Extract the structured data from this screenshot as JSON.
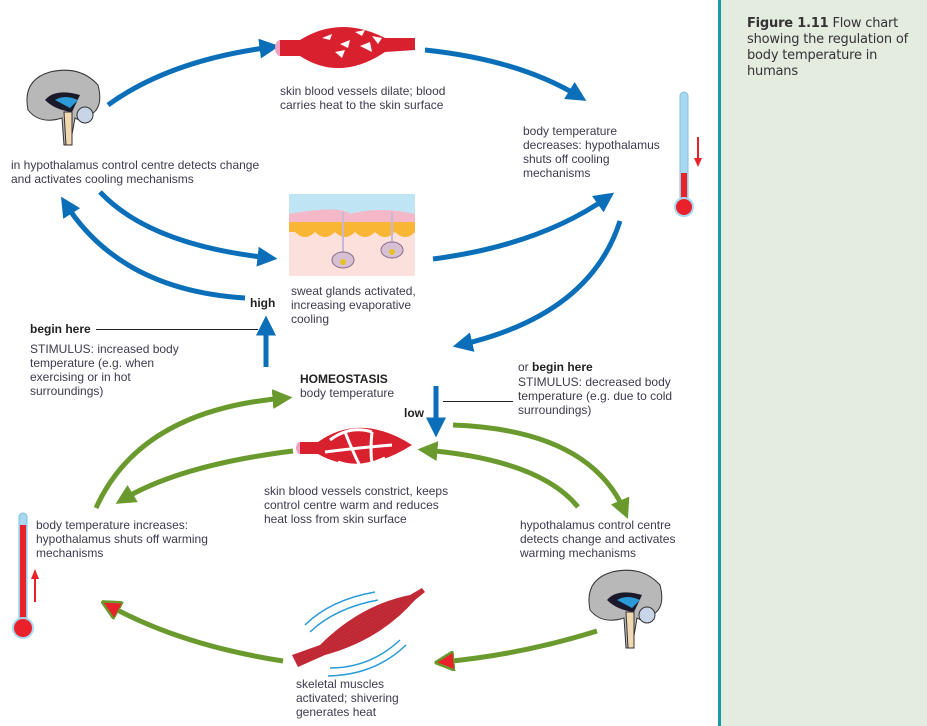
{
  "figure": {
    "number": "Figure 1.11",
    "caption": "Flow chart showing the regulation of body temperature in humans"
  },
  "center": {
    "title": "HOMEOSTASIS",
    "subtitle": "body temperature",
    "high_label": "high",
    "low_label": "low"
  },
  "cooling_loop": {
    "color": "#0a6fb8",
    "brain_text": "in hypothalamus control centre detects change and activates cooling mechanisms",
    "vessels_text": "skin blood vessels dilate; blood carries heat to the skin surface",
    "sweat_text": "sweat glands activated, increasing evaporative cooling",
    "thermometer_text": "body temperature decreases: hypothalamus shuts off cooling mechanisms",
    "stimulus_prefix": "begin here",
    "stimulus_text": "STIMULUS: increased body temperature (e.g. when exercising or in hot surroundings)"
  },
  "warming_loop": {
    "color": "#6a9a2e",
    "brain_text": "hypothalamus control centre detects change and activates warming mechanisms",
    "vessels_text": "skin blood vessels constrict, keeps control centre warm and reduces heat loss from skin surface",
    "muscle_text": "skeletal muscles activated; shivering generates heat",
    "thermometer_text": "body temperature increases: hypothalamus shuts off warming mechanisms",
    "stimulus_or": "or",
    "stimulus_prefix": "begin here",
    "stimulus_text": "STIMULUS: decreased body temperature (e.g. due to cold surroundings)"
  },
  "colors": {
    "vessel_red": "#d9202e",
    "thermo_red": "#e8212b",
    "thermo_tube": "#a8d8f0",
    "sidebar_bg": "#e4ebdf",
    "sidebar_border": "#1a9aa8"
  }
}
